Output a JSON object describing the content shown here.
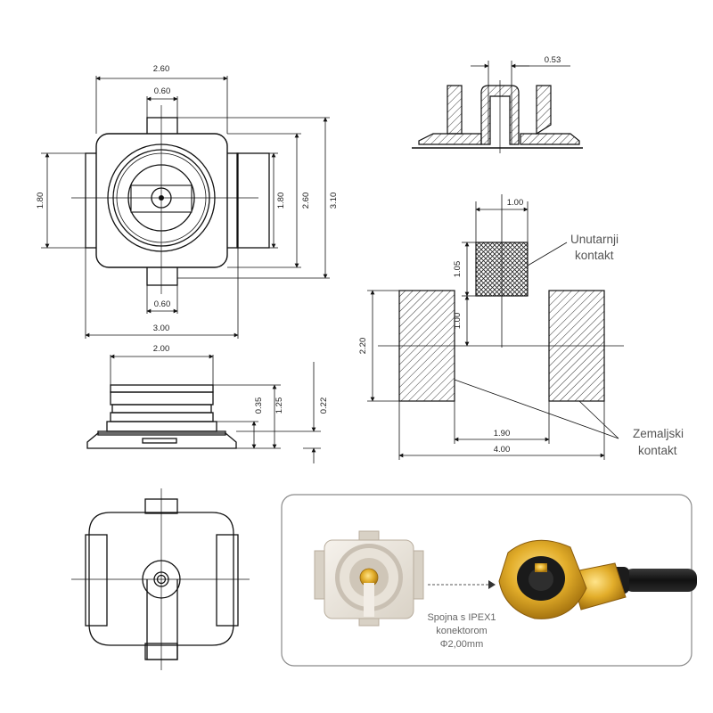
{
  "top_view": {
    "dim_width": "2.60",
    "dim_tab_top": "0.60",
    "dim_left_height": "1.80",
    "dim_right_inner": "1.80",
    "dim_right_mid": "2.60",
    "dim_right_outer": "3.10",
    "dim_tab_bottom": "0.60",
    "dim_total_width": "3.00"
  },
  "side_view": {
    "dim_top_width": "2.00",
    "dim_a": "0.35",
    "dim_b": "1.25",
    "dim_c": "0.22"
  },
  "section_view": {
    "dim_pin": "0.53"
  },
  "footprint": {
    "dim_inner_width": "1.00",
    "dim_inner_height": "1.05",
    "dim_inner_offset": "1.00",
    "dim_pad_height": "2.20",
    "dim_gap": "1.90",
    "dim_total": "4.00",
    "label_inner_line1": "Unutarnji",
    "label_inner_line2": "kontakt",
    "label_ground_line1": "Zemaljski",
    "label_ground_line2": "kontakt"
  },
  "photo_panel": {
    "caption_line1": "Spojna s IPEX1",
    "caption_line2": "konektorom",
    "caption_line3": "Φ2,00mm"
  },
  "colors": {
    "line": "#111111",
    "gold": "#d9a520",
    "ivory": "#ece7df",
    "panel_border": "#8a8a8a"
  }
}
